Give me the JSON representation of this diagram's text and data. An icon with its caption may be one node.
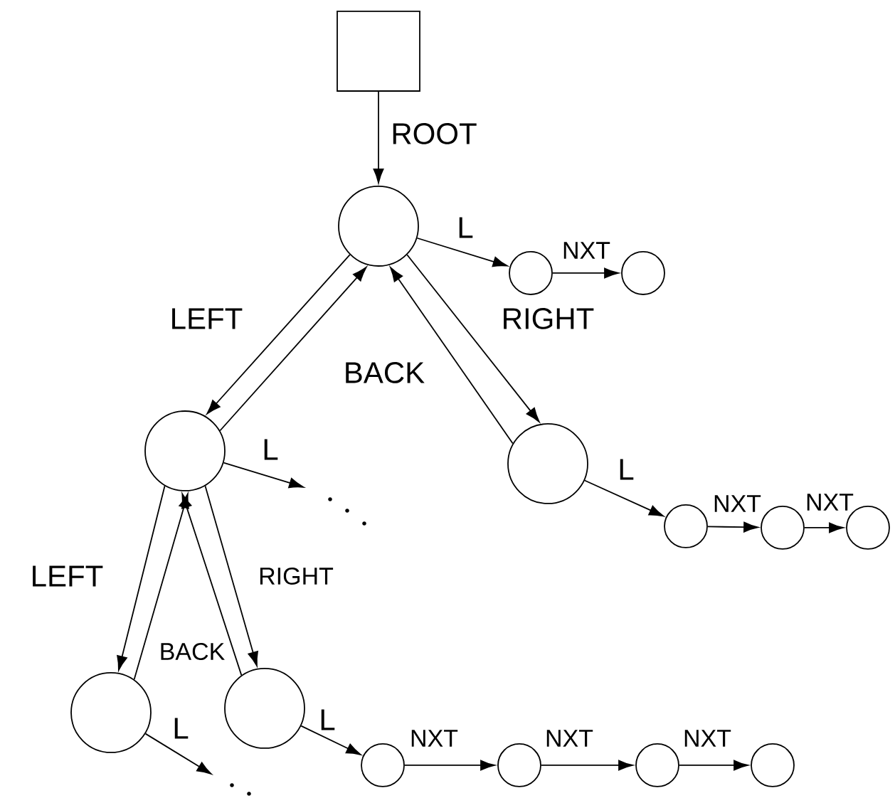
{
  "diagram": {
    "nodes": [
      {
        "text": [],
        "shape": "box"
      },
      {
        "text": [],
        "shape": "circle"
      },
      {
        "text": [],
        "shape": "circle"
      },
      {
        "text": [],
        "shape": "circle"
      },
      {
        "text": [],
        "shape": "circle"
      },
      {
        "text": [],
        "shape": "circle"
      },
      {
        "text": [],
        "shape": "circle"
      },
      {
        "text": [],
        "shape": "circle"
      },
      {
        "text": [],
        "shape": "circle"
      },
      {
        "text": [],
        "shape": "circle"
      },
      {
        "text": [],
        "shape": "circle"
      },
      {
        "text": [],
        "shape": "circle"
      },
      {
        "text": [],
        "shape": "circle"
      },
      {
        "text": [],
        "shape": "circle"
      },
      {
        "text": [],
        "shape": "circle"
      }
    ],
    "edges": [
      {
        "from": 0,
        "to": 1,
        "arrow": "to",
        "label": "ROOT"
      },
      {
        "from": 1,
        "to": 2,
        "arrow": "to",
        "label": "L"
      },
      {
        "from": 2,
        "to": 3,
        "arrow": "to",
        "label": "NXT"
      },
      {
        "from": 1,
        "to": 4,
        "arrow": "to",
        "label": "LEFT"
      },
      {
        "from": 4,
        "to": 1,
        "arrow": "to"
      },
      {
        "from": 1,
        "to": 5,
        "arrow": "to",
        "label": "RIGHT"
      },
      {
        "from": 5,
        "to": 1,
        "arrow": "to",
        "label": "BACK"
      },
      {
        "from": 4,
        "to": null,
        "arrow": "to",
        "label": "L"
      },
      {
        "from": 5,
        "to": 6,
        "arrow": "to",
        "label": "L"
      },
      {
        "from": 6,
        "to": 7,
        "arrow": "to",
        "label": "NXT"
      },
      {
        "from": 7,
        "to": 8,
        "arrow": "to",
        "label": "NXT"
      },
      {
        "from": 4,
        "to": 9,
        "arrow": "to",
        "label": "LEFT"
      },
      {
        "from": 9,
        "to": 4,
        "arrow": "to",
        "label": "BACK"
      },
      {
        "from": 4,
        "to": 10,
        "arrow": "to",
        "label": "RIGHT"
      },
      {
        "from": 10,
        "to": 4,
        "arrow": "to"
      },
      {
        "from": 9,
        "to": null,
        "arrow": "to",
        "label": "L"
      },
      {
        "from": 10,
        "to": 11,
        "arrow": "to",
        "label": "L"
      },
      {
        "from": 11,
        "to": 12,
        "arrow": "to",
        "label": "NXT"
      },
      {
        "from": 12,
        "to": 13,
        "arrow": "to",
        "label": "NXT"
      },
      {
        "from": 13,
        "to": 14,
        "arrow": "to",
        "label": "NXT"
      }
    ]
  }
}
